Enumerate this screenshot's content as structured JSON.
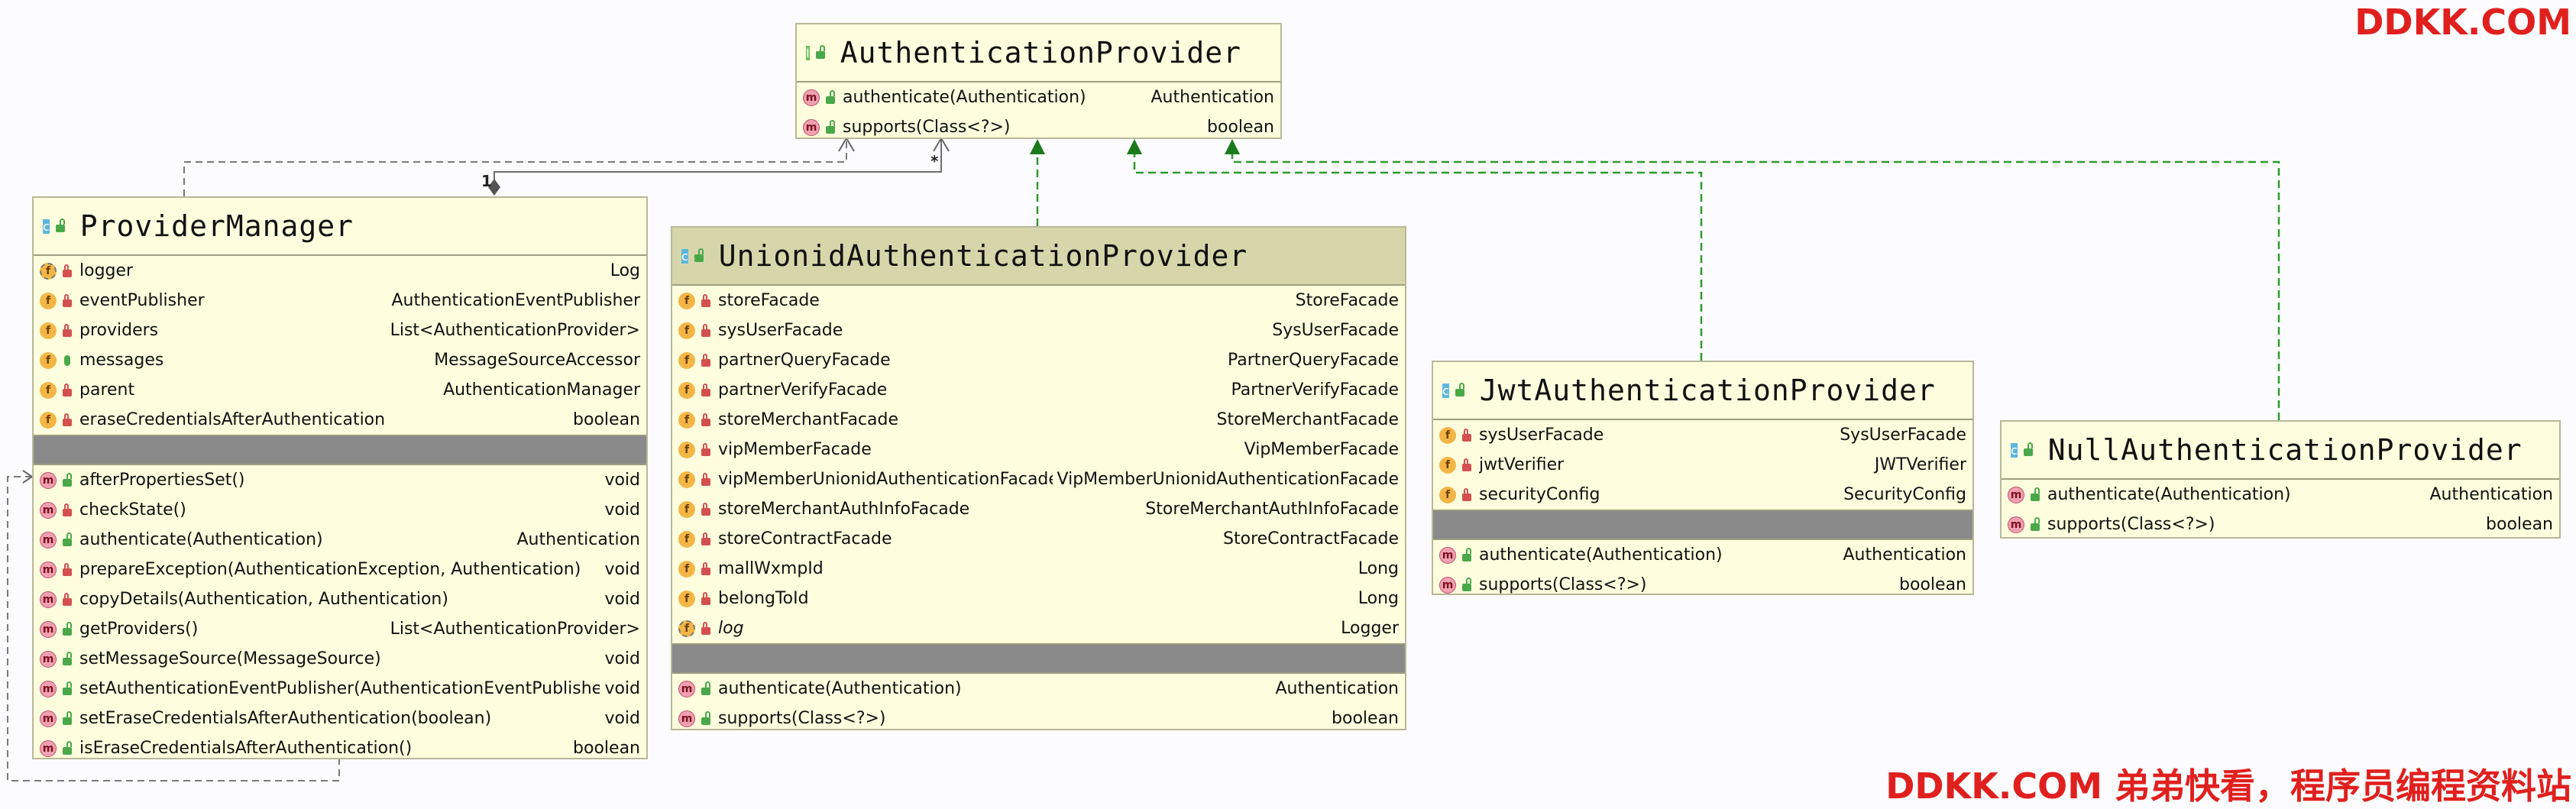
{
  "watermarks": {
    "top_right": "DDKK.COM",
    "bottom_right": "DDKK.COM 弟弟快看，程序员编程资料站"
  },
  "relation_labels": {
    "multiplicity_one": "1",
    "multiplicity_many": "*"
  },
  "interface": {
    "badge": "I",
    "name": "AuthenticationProvider",
    "methods": [
      {
        "icon": "m",
        "vis": "public",
        "name": "authenticate(Authentication)",
        "type": "Authentication"
      },
      {
        "icon": "m",
        "vis": "public",
        "name": "supports(Class<?>)",
        "type": "boolean"
      }
    ]
  },
  "provider_manager": {
    "badge": "C",
    "name": "ProviderManager",
    "fields": [
      {
        "icon": "sf",
        "vis": "private",
        "name": "logger",
        "type": "Log"
      },
      {
        "icon": "f",
        "vis": "private",
        "name": "eventPublisher",
        "type": "AuthenticationEventPublisher"
      },
      {
        "icon": "f",
        "vis": "private",
        "name": "providers",
        "type": "List<AuthenticationProvider>"
      },
      {
        "icon": "f",
        "vis": "protected",
        "name": "messages",
        "type": "MessageSourceAccessor"
      },
      {
        "icon": "f",
        "vis": "private",
        "name": "parent",
        "type": "AuthenticationManager"
      },
      {
        "icon": "f",
        "vis": "private",
        "name": "eraseCredentialsAfterAuthentication",
        "type": "boolean"
      }
    ],
    "methods": [
      {
        "icon": "m",
        "vis": "public",
        "name": "afterPropertiesSet()",
        "type": "void"
      },
      {
        "icon": "m",
        "vis": "private",
        "name": "checkState()",
        "type": "void"
      },
      {
        "icon": "m",
        "vis": "public",
        "name": "authenticate(Authentication)",
        "type": "Authentication"
      },
      {
        "icon": "m",
        "vis": "private",
        "name": "prepareException(AuthenticationException, Authentication)",
        "type": "void"
      },
      {
        "icon": "m",
        "vis": "private",
        "name": "copyDetails(Authentication, Authentication)",
        "type": "void"
      },
      {
        "icon": "m",
        "vis": "public",
        "name": "getProviders()",
        "type": "List<AuthenticationProvider>"
      },
      {
        "icon": "m",
        "vis": "public",
        "name": "setMessageSource(MessageSource)",
        "type": "void"
      },
      {
        "icon": "m",
        "vis": "public",
        "name": "setAuthenticationEventPublisher(AuthenticationEventPublisher)",
        "type": "void"
      },
      {
        "icon": "m",
        "vis": "public",
        "name": "setEraseCredentialsAfterAuthentication(boolean)",
        "type": "void"
      },
      {
        "icon": "m",
        "vis": "public",
        "name": "isEraseCredentialsAfterAuthentication()",
        "type": "boolean"
      }
    ]
  },
  "unionid_provider": {
    "badge": "C",
    "name": "UnionidAuthenticationProvider",
    "fields": [
      {
        "icon": "f",
        "vis": "private",
        "name": "storeFacade",
        "type": "StoreFacade"
      },
      {
        "icon": "f",
        "vis": "private",
        "name": "sysUserFacade",
        "type": "SysUserFacade"
      },
      {
        "icon": "f",
        "vis": "private",
        "name": "partnerQueryFacade",
        "type": "PartnerQueryFacade"
      },
      {
        "icon": "f",
        "vis": "private",
        "name": "partnerVerifyFacade",
        "type": "PartnerVerifyFacade"
      },
      {
        "icon": "f",
        "vis": "private",
        "name": "storeMerchantFacade",
        "type": "StoreMerchantFacade"
      },
      {
        "icon": "f",
        "vis": "private",
        "name": "vipMemberFacade",
        "type": "VipMemberFacade"
      },
      {
        "icon": "f",
        "vis": "private",
        "name": "vipMemberUnionidAuthenticationFacade",
        "type": "VipMemberUnionidAuthenticationFacade"
      },
      {
        "icon": "f",
        "vis": "private",
        "name": "storeMerchantAuthInfoFacade",
        "type": "StoreMerchantAuthInfoFacade"
      },
      {
        "icon": "f",
        "vis": "private",
        "name": "storeContractFacade",
        "type": "StoreContractFacade"
      },
      {
        "icon": "f",
        "vis": "private",
        "name": "mallWxmpId",
        "type": "Long"
      },
      {
        "icon": "f",
        "vis": "private",
        "name": "belongToId",
        "type": "Long"
      },
      {
        "icon": "sf",
        "vis": "private",
        "name": "log",
        "type": "Logger",
        "italic": true
      }
    ],
    "methods": [
      {
        "icon": "m",
        "vis": "public",
        "name": "authenticate(Authentication)",
        "type": "Authentication"
      },
      {
        "icon": "m",
        "vis": "public",
        "name": "supports(Class<?>)",
        "type": "boolean"
      }
    ]
  },
  "jwt_provider": {
    "badge": "C",
    "name": "JwtAuthenticationProvider",
    "fields": [
      {
        "icon": "f",
        "vis": "private",
        "name": "sysUserFacade",
        "type": "SysUserFacade"
      },
      {
        "icon": "f",
        "vis": "private",
        "name": "jwtVerifier",
        "type": "JWTVerifier"
      },
      {
        "icon": "f",
        "vis": "private",
        "name": "securityConfig",
        "type": "SecurityConfig"
      }
    ],
    "methods": [
      {
        "icon": "m",
        "vis": "public",
        "name": "authenticate(Authentication)",
        "type": "Authentication"
      },
      {
        "icon": "m",
        "vis": "public",
        "name": "supports(Class<?>)",
        "type": "boolean"
      }
    ]
  },
  "null_provider": {
    "badge": "C",
    "name": "NullAuthenticationProvider",
    "methods": [
      {
        "icon": "m",
        "vis": "public",
        "name": "authenticate(Authentication)",
        "type": "Authentication"
      },
      {
        "icon": "m",
        "vis": "public",
        "name": "supports(Class<?>)",
        "type": "boolean"
      }
    ]
  }
}
